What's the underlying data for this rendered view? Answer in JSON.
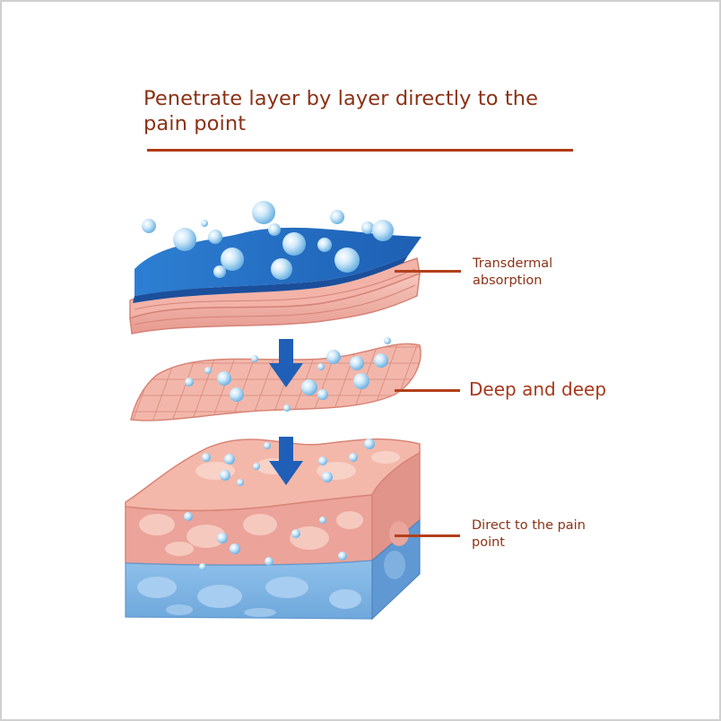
{
  "title": "Penetrate layer by layer directly to the pain point",
  "labels": [
    {
      "text": "Transdermal absorption"
    },
    {
      "text": "Deep and deep"
    },
    {
      "text": "Direct to the pain point"
    }
  ],
  "colors": {
    "title_text": "#8b3216",
    "rule": "#b13a12",
    "gel_layer": "#2a76c6",
    "skin_pink": "#eaa19a",
    "bubble": "#a8d6f2",
    "arrow": "#1f5fb8",
    "deep_layer_blue": "#7fb4e3"
  },
  "icons": [
    "gel-droplet-icon",
    "down-arrow-icon"
  ]
}
